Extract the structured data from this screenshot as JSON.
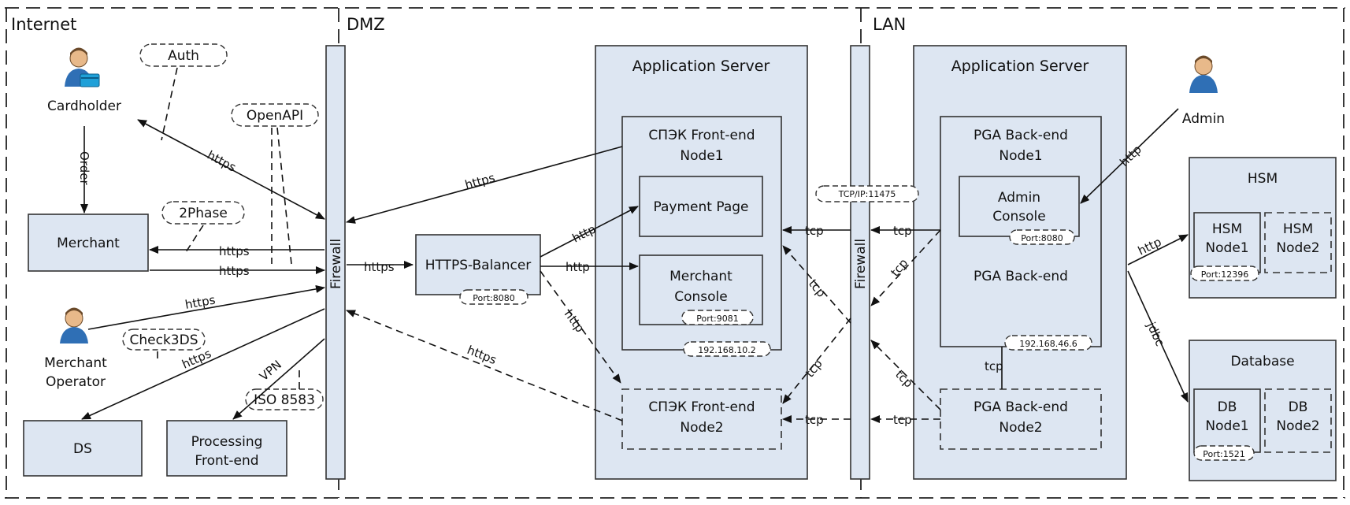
{
  "zones": {
    "internet": "Internet",
    "dmz": "DMZ",
    "lan": "LAN"
  },
  "actors": {
    "cardholder": "Cardholder",
    "merchant_operator": [
      "Merchant",
      "Operator"
    ],
    "admin": "Admin"
  },
  "boxes": {
    "merchant": "Merchant",
    "ds": "DS",
    "processing": [
      "Processing",
      "Front-end"
    ],
    "firewall": "Firewall",
    "balancer": "HTTPS-Balancer",
    "app_server_dmz": "Application Server",
    "app_server_lan": "Application Server",
    "frontend_node1": [
      "СПЭК Front-end",
      "Node1"
    ],
    "payment_page": "Payment Page",
    "merchant_console": [
      "Merchant",
      "Console"
    ],
    "frontend_node2": [
      "СПЭК Front-end",
      "Node2"
    ],
    "backend_node1": [
      "PGA Back-end",
      "Node1"
    ],
    "admin_console": [
      "Admin",
      "Console"
    ],
    "backend_label": "PGA Back-end",
    "backend_node2": [
      "PGA Back-end",
      "Node2"
    ],
    "hsm": "HSM",
    "hsm_node1": [
      "HSM",
      "Node1"
    ],
    "hsm_node2": [
      "HSM",
      "Node2"
    ],
    "database": "Database",
    "db_node1": [
      "DB",
      "Node1"
    ],
    "db_node2": [
      "DB",
      "Node2"
    ]
  },
  "tags": {
    "auth": "Auth",
    "openapi": "OpenAPI",
    "two_phase": "2Phase",
    "check3ds": "Check3DS",
    "iso8583": "ISO 8583",
    "tcpip_port": "TCP/IP:11475",
    "balancer_port": "Port:8080",
    "merchant_console_port": "Port:9081",
    "frontend_ip": "192.168.10.2",
    "admin_port": "Port:8080",
    "backend_ip": "192.168.46.6",
    "hsm_port": "Port:12396",
    "db_port": "Port:1521"
  },
  "edges": {
    "order": "Order",
    "https": "https",
    "http": "http",
    "tcp": "tcp",
    "vpn": "VPN",
    "jdbc": "jdbc"
  },
  "colors": {
    "box_fill": "#dde6f2",
    "stroke": "#333333",
    "background": "#ffffff"
  }
}
